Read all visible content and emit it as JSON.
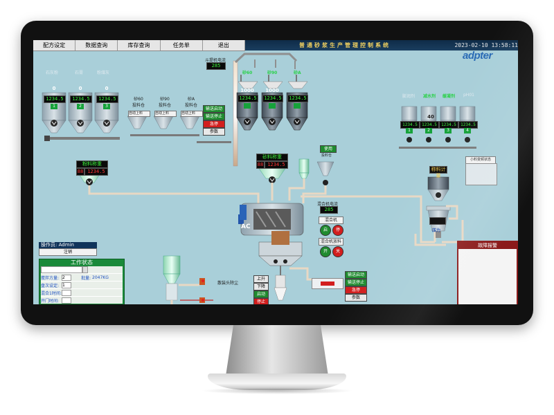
{
  "menu": {
    "items": [
      {
        "label": "配方设定"
      },
      {
        "label": "数据查询"
      },
      {
        "label": "库存查询"
      },
      {
        "label": "任务单"
      },
      {
        "label": "退出"
      }
    ]
  },
  "header": {
    "title": "普通砂浆生产管理控制系统",
    "datetime": "2023-02-10  13:58:11",
    "logo": "adpter"
  },
  "silos_left": {
    "labels": [
      "石灰粉",
      "石膏",
      "粉煤灰"
    ],
    "counts": [
      "0",
      "0",
      "0"
    ],
    "displays": [
      "1234.5",
      "1234.5",
      "1234.5"
    ],
    "ids": [
      "1",
      "2",
      "3"
    ]
  },
  "sand_bins": {
    "labels": [
      "砂60\n投料仓",
      "砂90\n投料仓",
      "砂A\n投料仓"
    ],
    "auto_label": "自动上料"
  },
  "top_lift": {
    "label": "斗提机电流",
    "value": "285"
  },
  "left_control": {
    "start": "输送启动",
    "stop": "输送停止",
    "emergency": "急停",
    "params": "参数"
  },
  "center_silos": {
    "labels": [
      "砂60",
      "砂90",
      "砂A"
    ],
    "counts": [
      "1000",
      "1000",
      ""
    ],
    "displays": [
      "1234.5",
      "1234.5",
      "1234.5"
    ]
  },
  "right_silos": {
    "labels": [
      "膨润剂",
      "减水剂",
      "缓凝剂",
      "pH01"
    ],
    "counts": [
      "",
      "40",
      "",
      ""
    ],
    "displays": [
      "1234.5",
      "1234.5",
      "1234.5",
      "1234.5"
    ],
    "ids": [
      "1",
      "2",
      "3",
      "4"
    ]
  },
  "scales": {
    "left": {
      "label": "粉料称重",
      "prefix": "88",
      "value": "1234.5"
    },
    "center": {
      "label": "砂料称重",
      "prefix": "88",
      "value": "1234.5"
    }
  },
  "small_hopper": {
    "label": "使用",
    "sublabel": "投料仓"
  },
  "mixer": {
    "current_label": "混合机电流",
    "current_value": "285",
    "machine_label": "混合机",
    "start": "启",
    "stop": "停",
    "discharge_label": "混合机放料",
    "open": "开",
    "close": "关"
  },
  "right_tank": {
    "pressure_label": "压力",
    "top_label": "称料计量"
  },
  "small_material_label": "小料变频状态",
  "fault_panel": {
    "title": "故障报警"
  },
  "operator": {
    "label": "操作员: Admin",
    "logout": "注销"
  },
  "work_status": {
    "title": "工作状态",
    "rows": [
      {
        "label": "",
        "value": ""
      },
      {
        "label": "搅拌方量:",
        "value": "2",
        "extra_label": "批量:",
        "extra_value": "2047KG"
      },
      {
        "label": "盘次设定:",
        "value": "1",
        "extra_label": "",
        "extra_value": ""
      },
      {
        "label": "混合1时间:",
        "value": "",
        "extra_label": "",
        "extra_value": ""
      },
      {
        "label": "开门时间:",
        "value": "",
        "extra_label": "",
        "extra_value": ""
      }
    ]
  },
  "bottom_center": {
    "up": "上升",
    "down": "下降",
    "start": "启动",
    "stop": "停止",
    "dust_label": "散装头除尘"
  },
  "bottom_right": {
    "start": "输送启动",
    "stop": "输送停止",
    "emergency": "急停",
    "params": "参数"
  },
  "colors": {
    "screen_bg": "#a9cfd9",
    "title_text": "#f0d060",
    "led_green": "#3cf23c",
    "start_green": "#1f8b2f",
    "stop_red": "#d21e1e"
  }
}
